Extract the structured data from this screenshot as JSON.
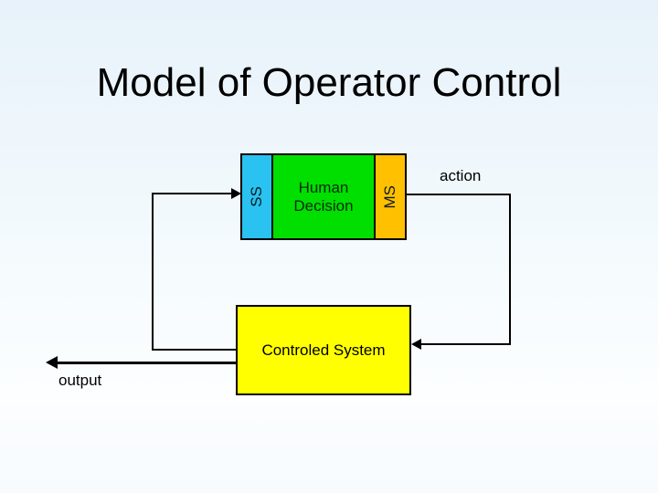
{
  "slide": {
    "title": "Model of Operator Control"
  },
  "diagram": {
    "decision_block": {
      "ss_label": "SS",
      "center_line1": "Human",
      "center_line2": "Decision",
      "ms_label": "MS"
    },
    "controlled_system": {
      "label": "Controled System"
    },
    "labels": {
      "action": "action",
      "output": "output"
    },
    "flow": {
      "loop": "Controled System -> SS -> Human Decision -> MS -> action -> Controled System -> output"
    },
    "colors": {
      "ss_fill": "#29C2F1",
      "decision_fill": "#00DF00",
      "ms_fill": "#FFC000",
      "controlled_system_fill": "#FFFF00",
      "line_color": "#000000",
      "text_color": "#000000",
      "background_top": "#E7F2FA",
      "background_bottom": "#FDFEFF"
    }
  }
}
